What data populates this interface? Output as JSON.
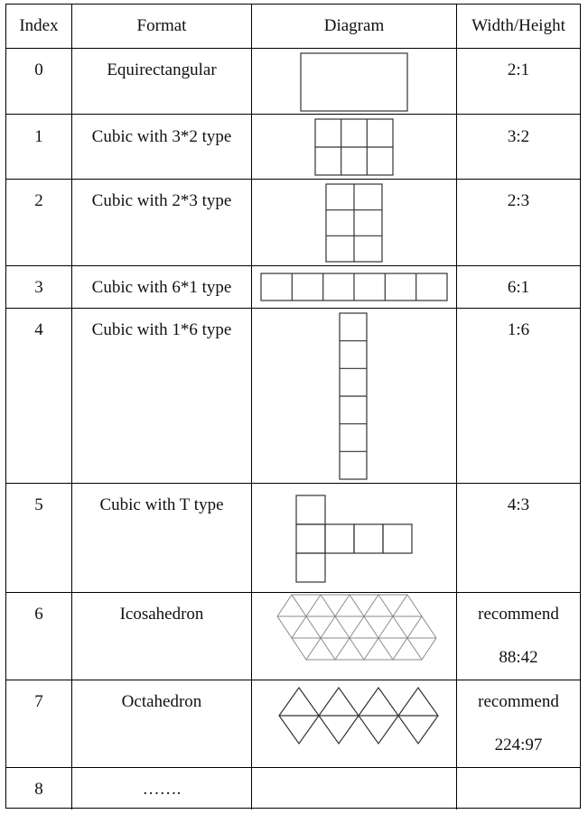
{
  "header": {
    "index": "Index",
    "format": "Format",
    "diagram": "Diagram",
    "ratio": "Width/Height"
  },
  "rows": [
    {
      "index": "0",
      "format": "Equirectangular",
      "diagram": "equirectangular-rect",
      "ratio_line1": "2:1",
      "ratio_line2": ""
    },
    {
      "index": "1",
      "format": "Cubic with 3*2 type",
      "diagram": "grid-3x2",
      "ratio_line1": "3:2",
      "ratio_line2": ""
    },
    {
      "index": "2",
      "format": "Cubic with 2*3 type",
      "diagram": "grid-2x3",
      "ratio_line1": "2:3",
      "ratio_line2": ""
    },
    {
      "index": "3",
      "format": "Cubic with 6*1 type",
      "diagram": "grid-6x1",
      "ratio_line1": "6:1",
      "ratio_line2": ""
    },
    {
      "index": "4",
      "format": "Cubic with 1*6 type",
      "diagram": "grid-1x6",
      "ratio_line1": "1:6",
      "ratio_line2": ""
    },
    {
      "index": "5",
      "format": "Cubic with T type",
      "diagram": "cube-t-shape",
      "ratio_line1": "4:3",
      "ratio_line2": ""
    },
    {
      "index": "6",
      "format": "Icosahedron",
      "diagram": "icosahedron-net",
      "ratio_line1": "recommend",
      "ratio_line2": "88:42"
    },
    {
      "index": "7",
      "format": "Octahedron",
      "diagram": "octahedron-net",
      "ratio_line1": "recommend",
      "ratio_line2": "224:97"
    },
    {
      "index": "8",
      "format": "…….",
      "diagram": "",
      "ratio_line1": "",
      "ratio_line2": ""
    }
  ],
  "colors": {
    "line": "#000000",
    "diagram_stroke": "#333333",
    "triangle_stroke": "#8a8a8a"
  }
}
